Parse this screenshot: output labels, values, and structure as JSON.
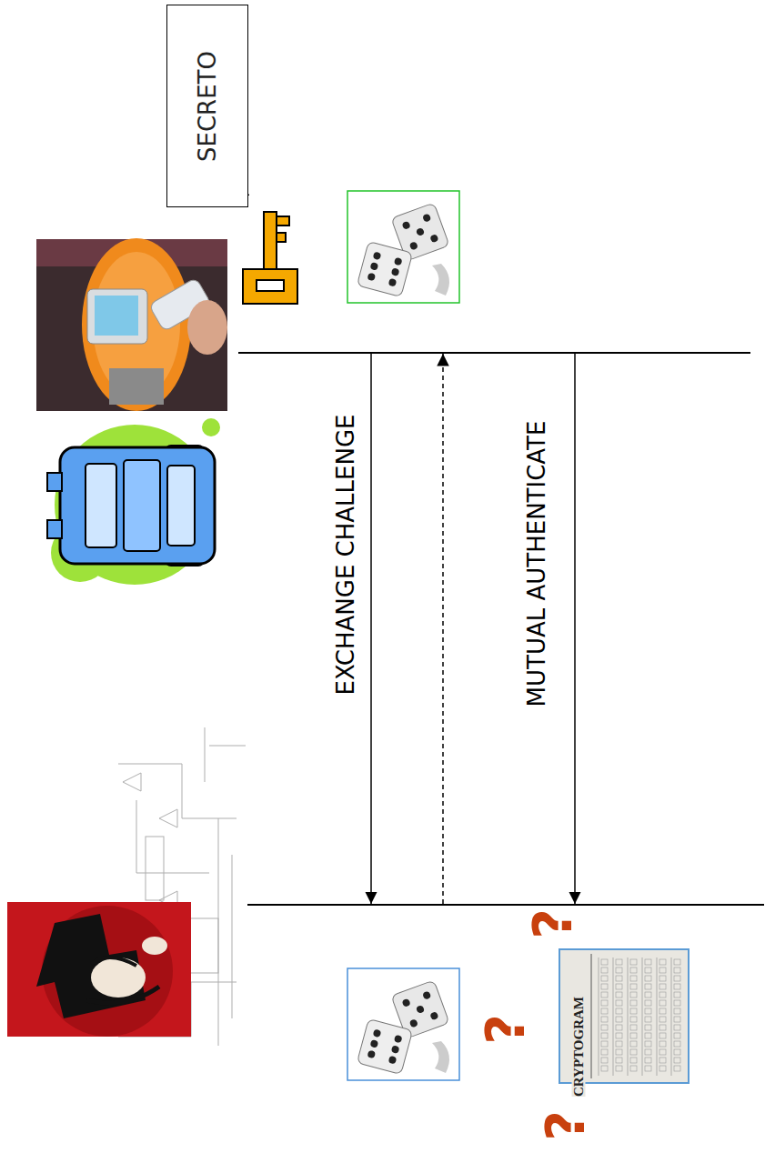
{
  "diagram": {
    "nodes": [
      {
        "text": [
          "SECRETO"
        ]
      },
      {
        "text": [
          "CRYPTOGRAM"
        ]
      }
    ],
    "labels": [
      "EXCHANGE CHALLENGE",
      "MUTUAL AUTHENTICATE",
      "?",
      "?",
      "?"
    ]
  }
}
